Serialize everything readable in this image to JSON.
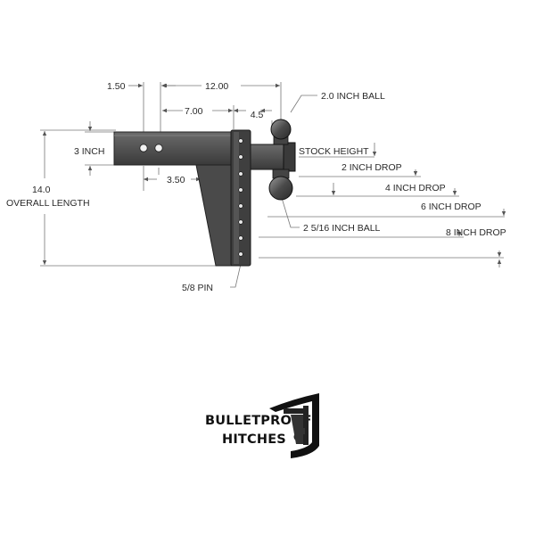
{
  "drawing": {
    "dimensions": {
      "d150": "1.50",
      "d1200": "12.00",
      "d700": "7.00",
      "d45": "4.5",
      "d350": "3.50",
      "d3inch": "3 INCH",
      "overall_value": "14.0",
      "overall_label": "OVERALL LENGTH",
      "pin": "5/8 PIN"
    },
    "callouts": {
      "ball_top": "2.0 INCH BALL",
      "ball_bottom": "2 5/16 INCH BALL"
    },
    "drops": {
      "stock": "STOCK HEIGHT",
      "d2": "2 INCH DROP",
      "d4": "4 INCH DROP",
      "d6": "6 INCH DROP",
      "d8": "8 INCH DROP"
    }
  },
  "brand": {
    "line1": "BULLETPROOF",
    "line2": "HITCHES"
  }
}
